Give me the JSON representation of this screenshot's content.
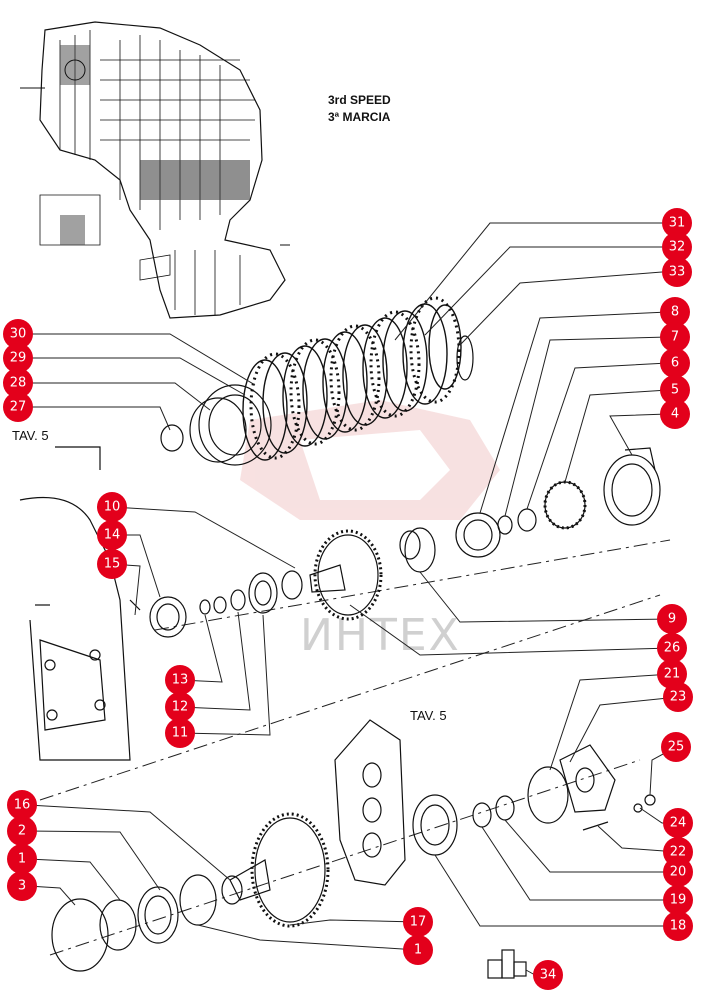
{
  "title": {
    "line1": "3rd  SPEED",
    "line2": "3ª  MARCIA"
  },
  "refs": {
    "tav_left": "TAV. 5",
    "tav_right": "TAV. 5"
  },
  "watermark": "ИНТЕХ",
  "colors": {
    "callout": "#e3001b",
    "ink": "#111111",
    "watermark_logo": "#f2c9c9"
  },
  "callouts": [
    {
      "id": "c31",
      "label": "31"
    },
    {
      "id": "c32",
      "label": "32"
    },
    {
      "id": "c33",
      "label": "33"
    },
    {
      "id": "c30",
      "label": "30"
    },
    {
      "id": "c29",
      "label": "29"
    },
    {
      "id": "c28",
      "label": "28"
    },
    {
      "id": "c27",
      "label": "27"
    },
    {
      "id": "c8",
      "label": "8"
    },
    {
      "id": "c7",
      "label": "7"
    },
    {
      "id": "c6",
      "label": "6"
    },
    {
      "id": "c5",
      "label": "5"
    },
    {
      "id": "c4",
      "label": "4"
    },
    {
      "id": "c10",
      "label": "10"
    },
    {
      "id": "c14",
      "label": "14"
    },
    {
      "id": "c15",
      "label": "15"
    },
    {
      "id": "c9",
      "label": "9"
    },
    {
      "id": "c26",
      "label": "26"
    },
    {
      "id": "c21",
      "label": "21"
    },
    {
      "id": "c23",
      "label": "23"
    },
    {
      "id": "c13",
      "label": "13"
    },
    {
      "id": "c12",
      "label": "12"
    },
    {
      "id": "c11",
      "label": "11"
    },
    {
      "id": "c25",
      "label": "25"
    },
    {
      "id": "c16",
      "label": "16"
    },
    {
      "id": "c2",
      "label": "2"
    },
    {
      "id": "c1a",
      "label": "1"
    },
    {
      "id": "c3",
      "label": "3"
    },
    {
      "id": "c24",
      "label": "24"
    },
    {
      "id": "c22",
      "label": "22"
    },
    {
      "id": "c20",
      "label": "20"
    },
    {
      "id": "c19",
      "label": "19"
    },
    {
      "id": "c18",
      "label": "18"
    },
    {
      "id": "c17",
      "label": "17"
    },
    {
      "id": "c1b",
      "label": "1"
    },
    {
      "id": "c34",
      "label": "34"
    }
  ]
}
